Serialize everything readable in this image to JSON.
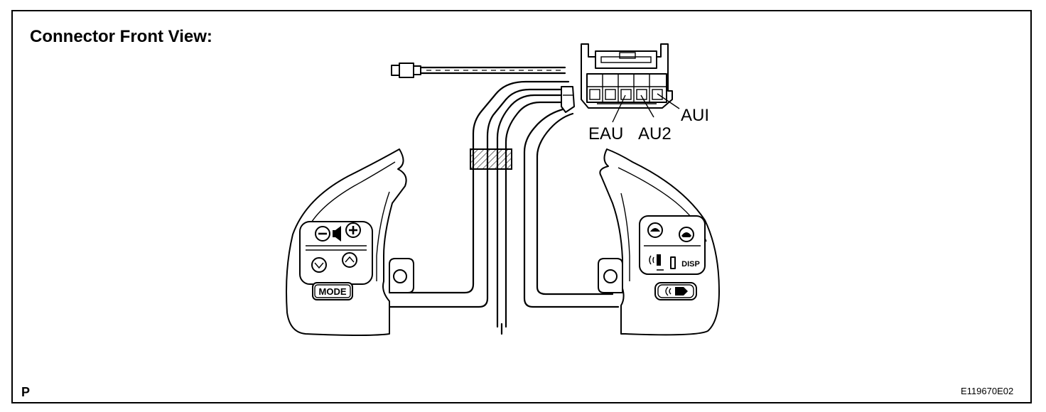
{
  "header": {
    "title": "Connector Front View:"
  },
  "connector": {
    "terminals": {
      "eau": "EAU",
      "au2": "AU2",
      "au1": "AUI"
    }
  },
  "left_switch": {
    "buttons": {
      "volume_minus": "−",
      "volume_plus": "+",
      "seek_down": "⌄",
      "seek_up": "⌃",
      "mode": "MODE"
    }
  },
  "right_switch": {
    "buttons": {
      "disp": "DISP"
    }
  },
  "footer": {
    "section_mark": "P",
    "figure_code": "E119670E02"
  }
}
